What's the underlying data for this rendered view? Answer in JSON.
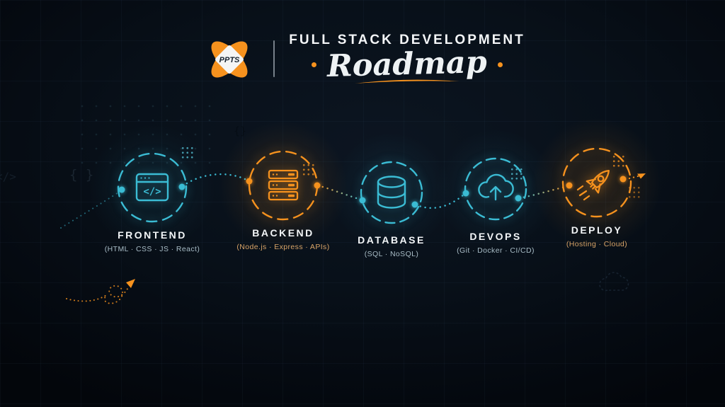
{
  "header": {
    "logo_text": "PPTS",
    "title": "FULL STACK DEVELOPMENT",
    "script_title": "Roadmap"
  },
  "roadmap": {
    "steps": [
      {
        "label": "FRONTEND",
        "detail": "(HTML · CSS · JS · React)",
        "icon": "browser-code-icon",
        "theme": "cyan"
      },
      {
        "label": "BACKEND",
        "detail": "(Node.js · Express · APIs)",
        "icon": "server-stack-icon",
        "theme": "orange"
      },
      {
        "label": "DATABASE",
        "detail": "(SQL · NoSQL)",
        "icon": "database-cylinder-icon",
        "theme": "cyan"
      },
      {
        "label": "DEVOPS",
        "detail": "(Git · Docker · CI/CD)",
        "icon": "cloud-upload-icon",
        "theme": "cyan"
      },
      {
        "label": "DEPLOY",
        "detail": "(Hosting · Cloud)",
        "icon": "rocket-icon",
        "theme": "orange"
      }
    ]
  },
  "colors": {
    "cyan_accent": "#3bbcd4",
    "orange_accent": "#f6921e",
    "background": "#070d15",
    "text_white": "#f3f6f8",
    "detail_muted": "#a9bdc7",
    "detail_orange": "#d9a467"
  }
}
